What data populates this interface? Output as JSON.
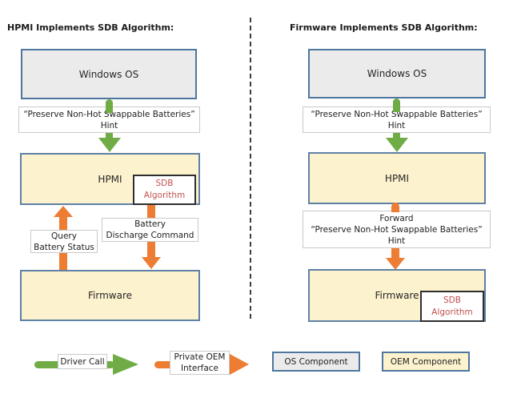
{
  "colors": {
    "driver_call_green": "#6FAC46",
    "private_oem_orange": "#EC7D33",
    "os_component_fill": "#EBEBEB",
    "oem_component_fill": "#FDF2CE",
    "box_border_blue": "#4E769F",
    "sdb_text_red": "#C0504D"
  },
  "left_panel": {
    "title": "HPMI Implements SDB Algorithm:",
    "windows_os": "Windows OS",
    "hint_label_line1": "“Preserve Non-Hot Swappable Batteries”",
    "hint_label_line2": "Hint",
    "hpmi": "HPMI",
    "sdb_line1": "SDB",
    "sdb_line2": "Algorithm",
    "query_line1": "Query",
    "query_line2": "Battery Status",
    "discharge_line1": "Battery",
    "discharge_line2": "Discharge Command",
    "firmware": "Firmware"
  },
  "right_panel": {
    "title": "Firmware Implements SDB Algorithm:",
    "windows_os": "Windows OS",
    "hint_label_line1": "“Preserve Non-Hot Swappable Batteries”",
    "hint_label_line2": "Hint",
    "hpmi": "HPMI",
    "forward_line1": "Forward",
    "forward_line2": "“Preserve Non-Hot Swappable Batteries”",
    "forward_line3": "Hint",
    "firmware": "Firmware",
    "sdb_line1": "SDB",
    "sdb_line2": "Algorithm"
  },
  "legend": {
    "driver_call": "Driver Call",
    "private_oem_line1": "Private OEM",
    "private_oem_line2": "Interface",
    "os_component": "OS Component",
    "oem_component": "OEM Component"
  }
}
